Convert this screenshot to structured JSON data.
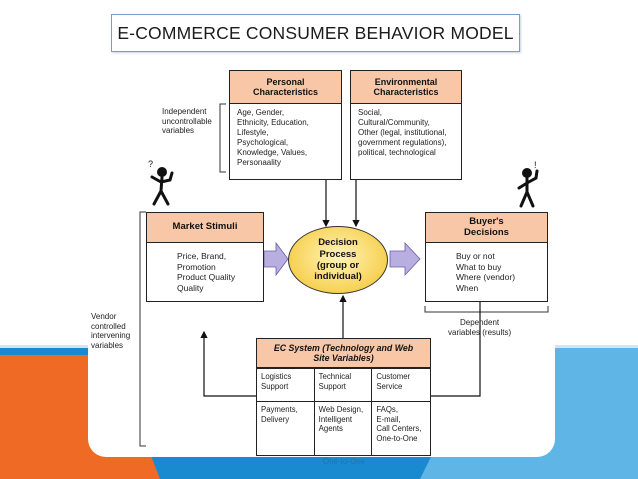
{
  "title": "E-COMMERCE CONSUMER BEHAVIOR MODEL",
  "boxes": {
    "personal": {
      "header": "Personal\nCharacteristics",
      "body": "Age, Gender,\nEthnicity, Education,\nLifestyle,\nPsychological,\nKnowledge, Values,\nPersonaality"
    },
    "environmental": {
      "header": "Environmental\nCharacteristics",
      "body": "Social,\nCultural/Community,\nOther (legal, institutional,\ngovernment regulations),\npolitical, technological"
    },
    "market": {
      "header": "Market Stimuli",
      "body": "Price, Brand,\nPromotion\nProduct Quality\nQuality"
    },
    "buyer": {
      "header": "Buyer's\nDecisions",
      "body": "Buy or not\nWhat to buy\nWhere (vendor)\nWhen"
    },
    "ec_system": {
      "header": "EC System (Technology and Web\nSite Variables)",
      "cells": [
        "Logistics\nSupport",
        "Technical\nSupport",
        "Customer\nService",
        "Payments,\nDelivery",
        "Web Design,\nIntelligent\nAgents",
        "FAQs,\nE-mail,\nCall Centers,\nOne-to-One"
      ]
    }
  },
  "decision": "Decision\nProcess\n(group or\nindividual)",
  "labels": {
    "independent": "Independent\nuncontrollable\nvariables",
    "vendor": "Vendor\ncontrolled\nintervening\nvariables",
    "dependent": "Dependent\nvariables (results)"
  },
  "reflection": "One-to-One",
  "colors": {
    "header_fill": "#f8c7a8",
    "ellipse_fill": "#f7d154",
    "arrow_fill": "#b9aee0",
    "title_border": "#7a9ccc",
    "deco_blue": "#1a8ad0",
    "deco_orange": "#ef6a24"
  }
}
